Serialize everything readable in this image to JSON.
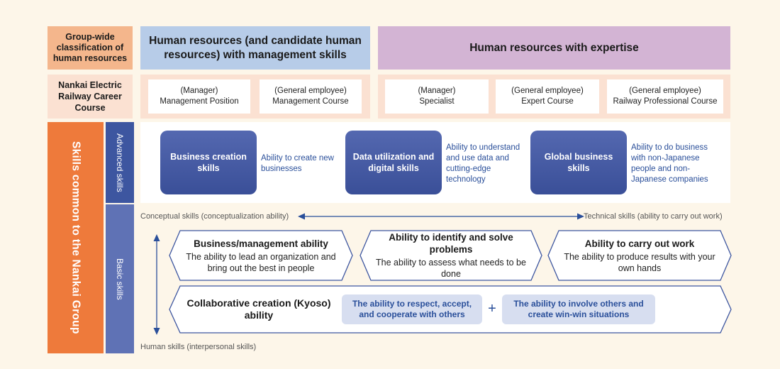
{
  "header": {
    "group_classification": "Group-wide classification of human resources",
    "management": "Human resources (and candidate human resources) with management skills",
    "expertise": "Human resources with expertise"
  },
  "career": {
    "label": "Nankai Electric Railway Career Course",
    "courses": [
      {
        "line1": "(Manager)",
        "line2": "Management Position"
      },
      {
        "line1": "(General employee)",
        "line2": "Management Course"
      },
      {
        "line1": "(Manager)",
        "line2": "Specialist"
      },
      {
        "line1": "(General employee)",
        "line2": "Expert Course"
      },
      {
        "line1": "(General employee)",
        "line2": "Railway Professional Course"
      }
    ]
  },
  "skills_common": "Skills common to the Nankai Group",
  "advanced": {
    "label": "Advanced skills",
    "items": [
      {
        "title": "Business creation skills",
        "desc": "Ability to create new businesses"
      },
      {
        "title": "Data utilization and digital skills",
        "desc": "Ability to understand and use data and cutting-edge technology"
      },
      {
        "title": "Global business skills",
        "desc": "Ability to do business with non-Japanese people and non-Japanese companies"
      }
    ]
  },
  "basic": {
    "label": "Basic skills",
    "axis_left": "Conceptual skills (conceptualization ability)",
    "axis_right": "Technical skills (ability to carry out work)",
    "axis_bottom": "Human skills (interpersonal skills)",
    "abilities": [
      {
        "title": "Business/management ability",
        "desc": "The ability to lead an organization and bring out the best in people"
      },
      {
        "title": "Ability to identify and solve problems",
        "desc": "The ability to assess what needs to be done"
      },
      {
        "title": "Ability to carry out work",
        "desc": "The ability to produce results with your own hands"
      }
    ],
    "collab": {
      "title": "Collaborative creation (Kyoso) ability",
      "pill1": "The ability to respect, accept, and cooperate with others",
      "plus": "+",
      "pill2": "The ability to involve others and create win-win situations"
    }
  },
  "colors": {
    "orange": "#ee7a3b",
    "navy": "#3d56a0",
    "light_blue": "#b7cce8",
    "lavender": "#d3b4d4",
    "peach": "#fbe1d2"
  }
}
